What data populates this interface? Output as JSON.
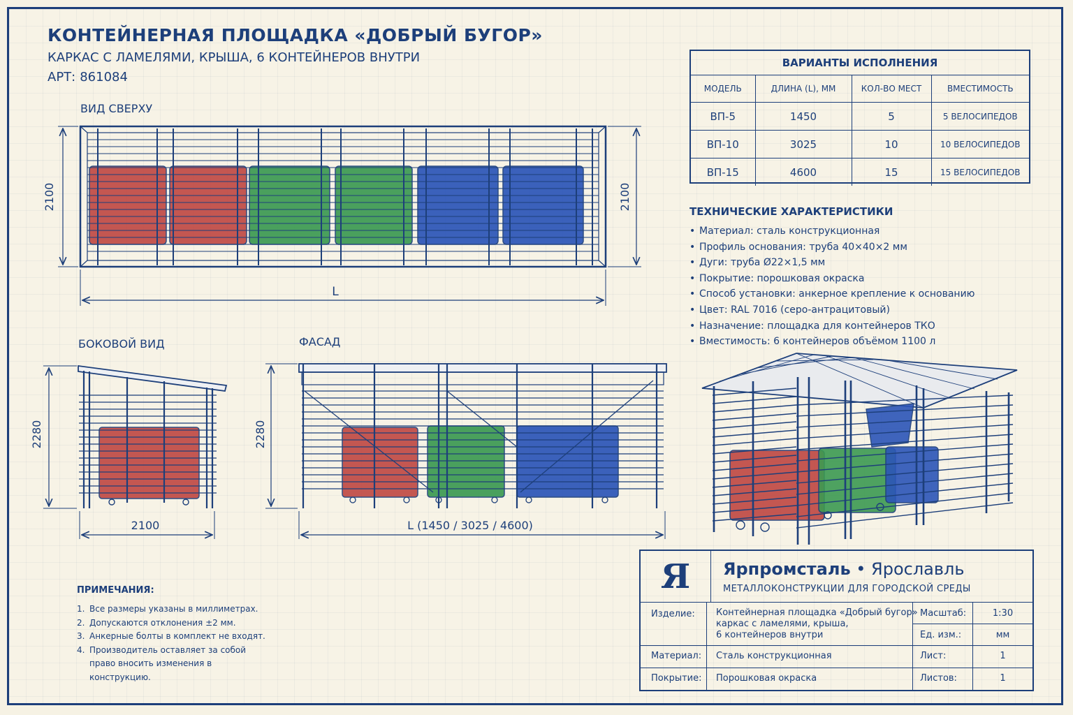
{
  "header": {
    "title": "КОНТЕЙНЕРНАЯ ПЛОЩАДКА «ДОБРЫЙ БУГОР»",
    "subtitle": "КАРКАС С ЛАМЕЛЯМИ, КРЫША, 6 КОНТЕЙНЕРОВ ВНУТРИ",
    "art_label": "АРТ:",
    "art_value": "861084"
  },
  "views": {
    "top": {
      "label": "ВИД СВЕРХУ",
      "dim_height_left": "2100",
      "dim_height_right": "2100",
      "dim_length": "L"
    },
    "side": {
      "label": "БОКОВОЙ ВИД",
      "dim_height": "2280",
      "dim_width": "2100"
    },
    "facade": {
      "label": "ФАСАД",
      "dim_height": "2280",
      "dim_length": "L (1450 / 3025 / 4600)"
    }
  },
  "colors": {
    "line": "#1d3f7a",
    "red": "#c04a45",
    "green": "#3c9a52",
    "blue": "#2c55b8",
    "paper": "#f6f2e4"
  },
  "variants": {
    "title": "ВАРИАНТЫ ИСПОЛНЕНИЯ",
    "headers": [
      "МОДЕЛЬ",
      "ДЛИНА (L), ММ",
      "КОЛ-ВО МЕСТ",
      "ВМЕСТИМОСТЬ"
    ],
    "rows": [
      [
        "ВП-5",
        "1450",
        "5",
        "5 ВЕЛОСИПЕДОВ"
      ],
      [
        "ВП-10",
        "3025",
        "10",
        "10 ВЕЛОСИПЕДОВ"
      ],
      [
        "ВП-15",
        "4600",
        "15",
        "15 ВЕЛОСИПЕДОВ"
      ]
    ]
  },
  "specs": {
    "title": "ТЕХНИЧЕСКИЕ ХАРАКТЕРИСТИКИ",
    "items": [
      "Материал: сталь конструкционная",
      "Профиль основания: труба 40×40×2 мм",
      "Дуги: труба Ø22×1,5 мм",
      "Покрытие: порошковая окраска",
      "Способ установки: анкерное крепление к основанию",
      "Цвет: RAL 7016 (серо-антрацитовый)",
      "Назначение: площадка для контейнеров ТКО",
      "Вместимость: 6 контейнеров объёмом 1100 л"
    ]
  },
  "notes": {
    "title": "ПРИМЕЧАНИЯ:",
    "items": [
      {
        "n": "1.",
        "text": "Все размеры указаны в миллиметрах."
      },
      {
        "n": "2.",
        "text": "Допускаются отклонения ±2 мм."
      },
      {
        "n": "3.",
        "text": "Анкерные болты в комплект не входят."
      },
      {
        "n": "4.",
        "text": "Производитель оставляет за собой право вносить изменения в конструкцию."
      }
    ]
  },
  "title_block": {
    "logo": "Я",
    "company_bold": "Ярпромсталь",
    "company_sep": " • ",
    "company_city": "Ярославль",
    "slogan": "МЕТАЛЛОКОНСТРУКЦИИ ДЛЯ ГОРОДСКОЙ СРЕДЫ",
    "product_label": "Изделие:",
    "product_line1": "Контейнерная площадка «Добрый бугор»",
    "product_line2": "каркас с ламелями, крыша,",
    "product_line3": "6 контейнеров внутри",
    "material_label": "Материал:",
    "material_value": "Сталь конструкционная",
    "coating_label": "Покрытие:",
    "coating_value": "Порошковая окраска",
    "scale_label": "Масштаб:",
    "scale_value": "1:30",
    "unit_label": "Ед. изм.:",
    "unit_value": "мм",
    "sheet_label": "Лист:",
    "sheet_value": "1",
    "sheets_label": "Листов:",
    "sheets_value": "1"
  }
}
